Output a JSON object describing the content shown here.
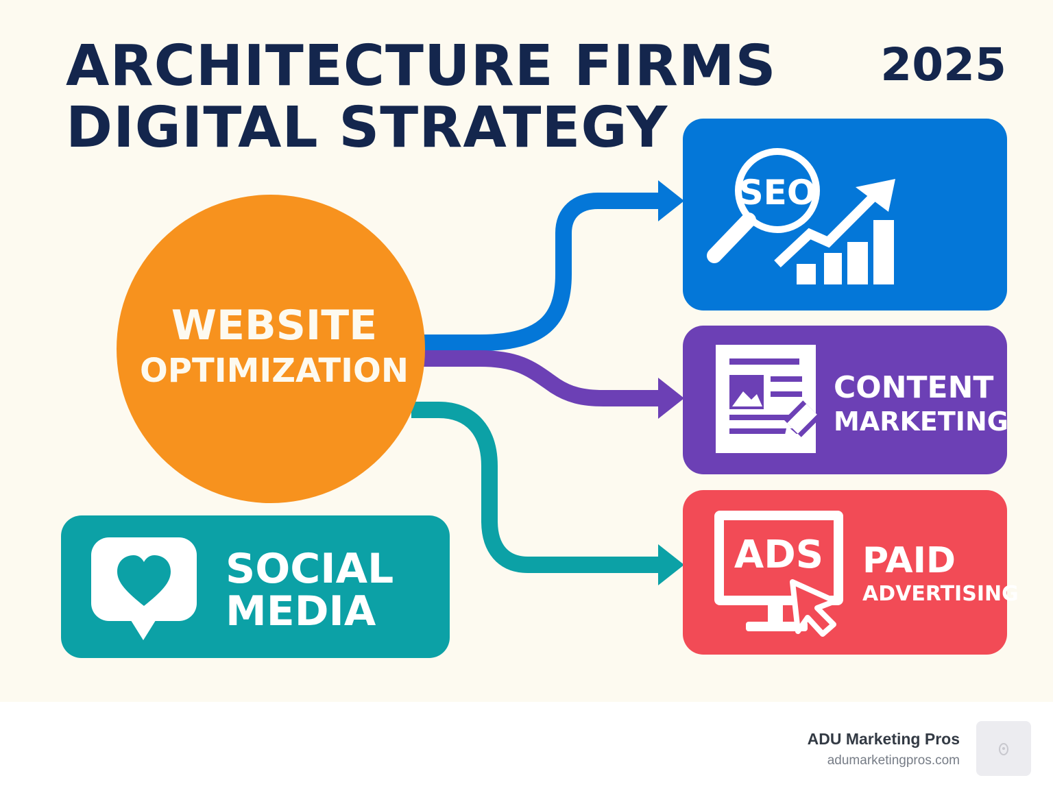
{
  "title": {
    "line1": "ARCHITECTURE FIRMS",
    "line2": "DIGITAL STRATEGY"
  },
  "year": "2025",
  "hub": {
    "line1": "WEBSITE",
    "line2": "OPTIMIZATION",
    "color": "#f7921e"
  },
  "nodes": {
    "seo": {
      "icon_text": "SEO",
      "icon": "magnifier-growth-chart-icon",
      "color": "#0477d8"
    },
    "content": {
      "line1": "CONTENT",
      "line2": "MARKETING",
      "icon": "document-pen-icon",
      "color": "#6c40b5"
    },
    "ads": {
      "icon_text": "ADS",
      "line1": "PAID",
      "line2": "ADVERTISING",
      "icon": "monitor-cursor-icon",
      "color": "#f24b56"
    },
    "social": {
      "line1": "SOCIAL",
      "line2": "MEDIA",
      "icon": "heart-chat-bubble-icon",
      "color": "#0ca1a6"
    }
  },
  "footer": {
    "brand": "ADU Marketing Pros",
    "url": "adumarketingpros.com"
  },
  "colors": {
    "background": "#fdfaf0",
    "title": "#14264d"
  }
}
